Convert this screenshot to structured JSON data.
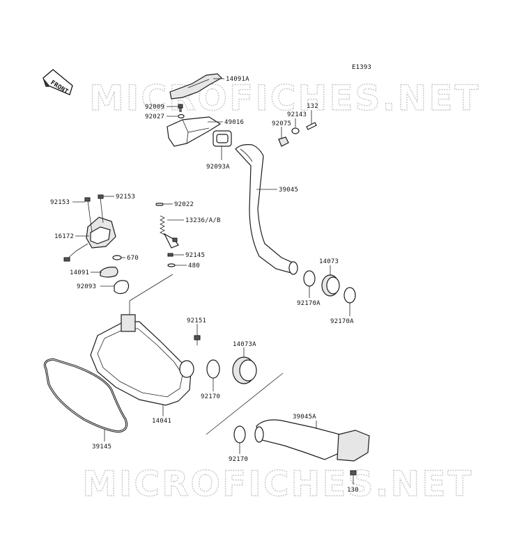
{
  "diagram_code": "E1393",
  "front_label": "FRONT",
  "watermark": "MICROFICHES.NET",
  "parts": [
    {
      "id": "p14091A",
      "label": "14091A"
    },
    {
      "id": "p92009",
      "label": "92009"
    },
    {
      "id": "p92027",
      "label": "92027"
    },
    {
      "id": "p49016",
      "label": "49016"
    },
    {
      "id": "p92093A",
      "label": "92093A"
    },
    {
      "id": "p92143",
      "label": "92143"
    },
    {
      "id": "p132",
      "label": "132"
    },
    {
      "id": "p92075",
      "label": "92075"
    },
    {
      "id": "p39045",
      "label": "39045"
    },
    {
      "id": "p92153a",
      "label": "92153"
    },
    {
      "id": "p92153b",
      "label": "92153"
    },
    {
      "id": "p16172",
      "label": "16172"
    },
    {
      "id": "p92022",
      "label": "92022"
    },
    {
      "id": "p13236",
      "label": "13236/A/B"
    },
    {
      "id": "p92145",
      "label": "92145"
    },
    {
      "id": "p670",
      "label": "670"
    },
    {
      "id": "p480",
      "label": "480"
    },
    {
      "id": "p14091",
      "label": "14091"
    },
    {
      "id": "p92093",
      "label": "92093"
    },
    {
      "id": "p14073",
      "label": "14073"
    },
    {
      "id": "p92170Aa",
      "label": "92170A"
    },
    {
      "id": "p92170Ab",
      "label": "92170A"
    },
    {
      "id": "p92151",
      "label": "92151"
    },
    {
      "id": "p14073A",
      "label": "14073A"
    },
    {
      "id": "p92170a",
      "label": "92170"
    },
    {
      "id": "p14041",
      "label": "14041"
    },
    {
      "id": "p39145",
      "label": "39145"
    },
    {
      "id": "p39045A",
      "label": "39045A"
    },
    {
      "id": "p92170b",
      "label": "92170"
    },
    {
      "id": "p130",
      "label": "130"
    }
  ]
}
